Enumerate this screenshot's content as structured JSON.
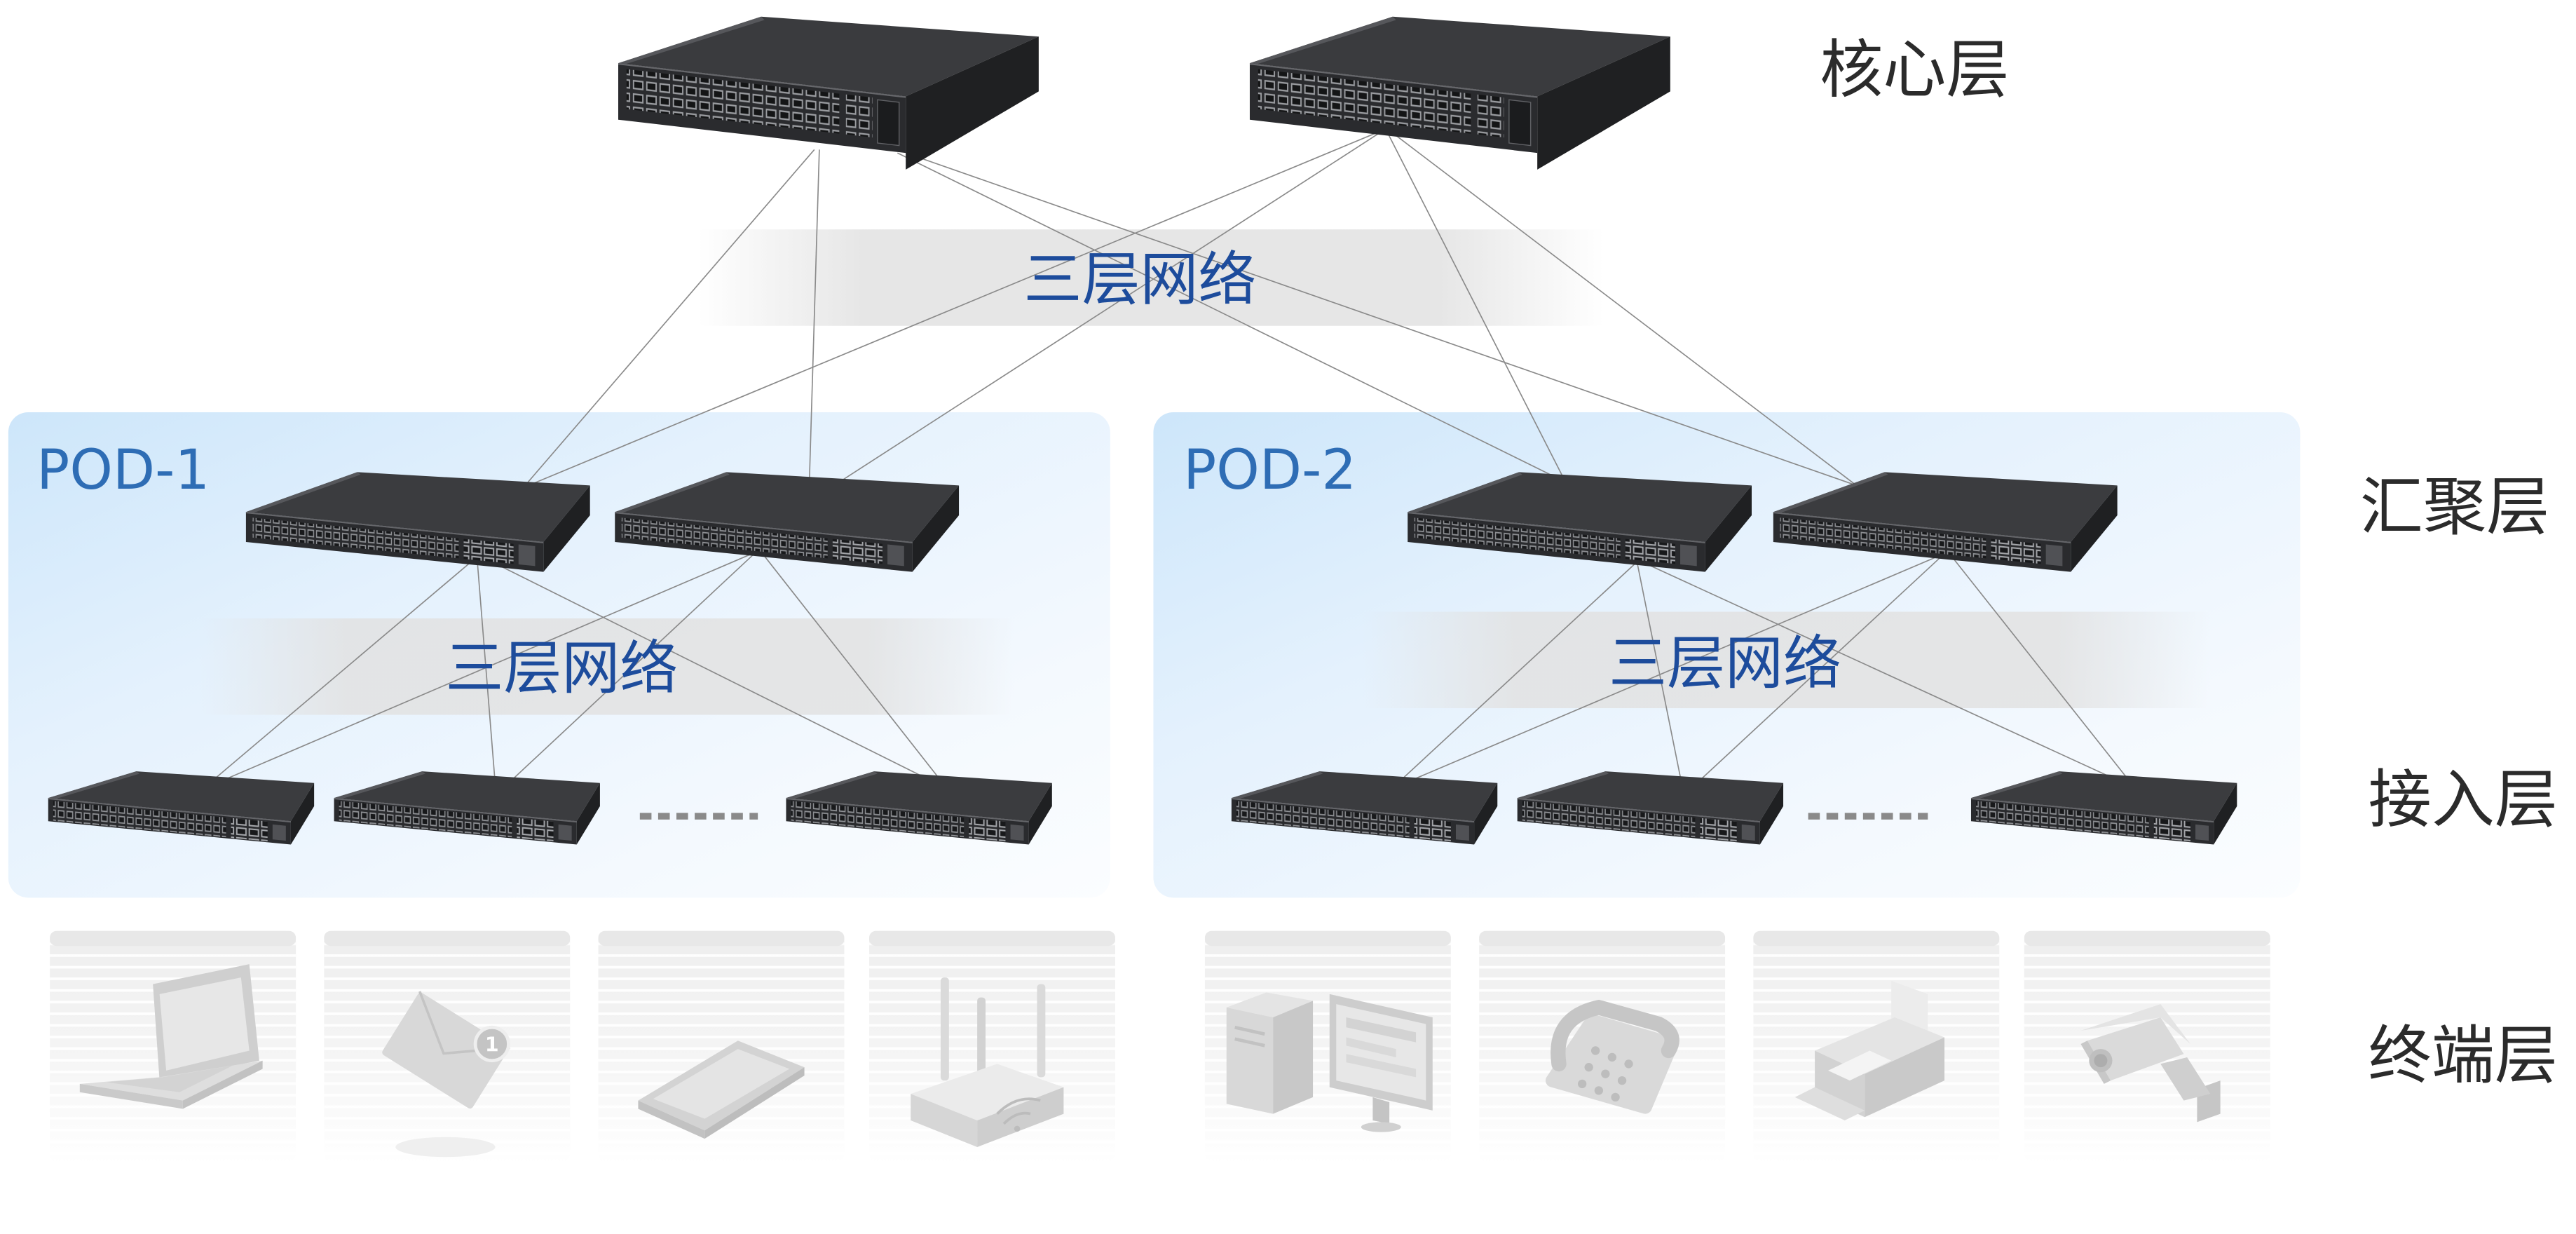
{
  "layers": {
    "core": "核心层",
    "aggregation": "汇聚层",
    "access": "接入层",
    "terminal": "终端层"
  },
  "network_labels": {
    "core": "三层网络",
    "pod1": "三层网络",
    "pod2": "三层网络"
  },
  "pods": [
    {
      "name": "POD-1"
    },
    {
      "name": "POD-2"
    }
  ],
  "terminals": [
    {
      "icon": "laptop-icon"
    },
    {
      "icon": "envelope-icon",
      "badge": "1"
    },
    {
      "icon": "smartphone-icon"
    },
    {
      "icon": "wifi-router-icon"
    },
    {
      "icon": "desktop-computer-icon"
    },
    {
      "icon": "desk-telephone-icon"
    },
    {
      "icon": "printer-icon"
    },
    {
      "icon": "security-camera-icon"
    }
  ],
  "colors": {
    "pod_label": "#2e6db5",
    "network_label": "#1d4c9c",
    "layer_label": "#2b2b2b",
    "link_line": "#8a8a8a",
    "pod_background": "#cde6fa",
    "switch_body": "#2a2b2e"
  }
}
